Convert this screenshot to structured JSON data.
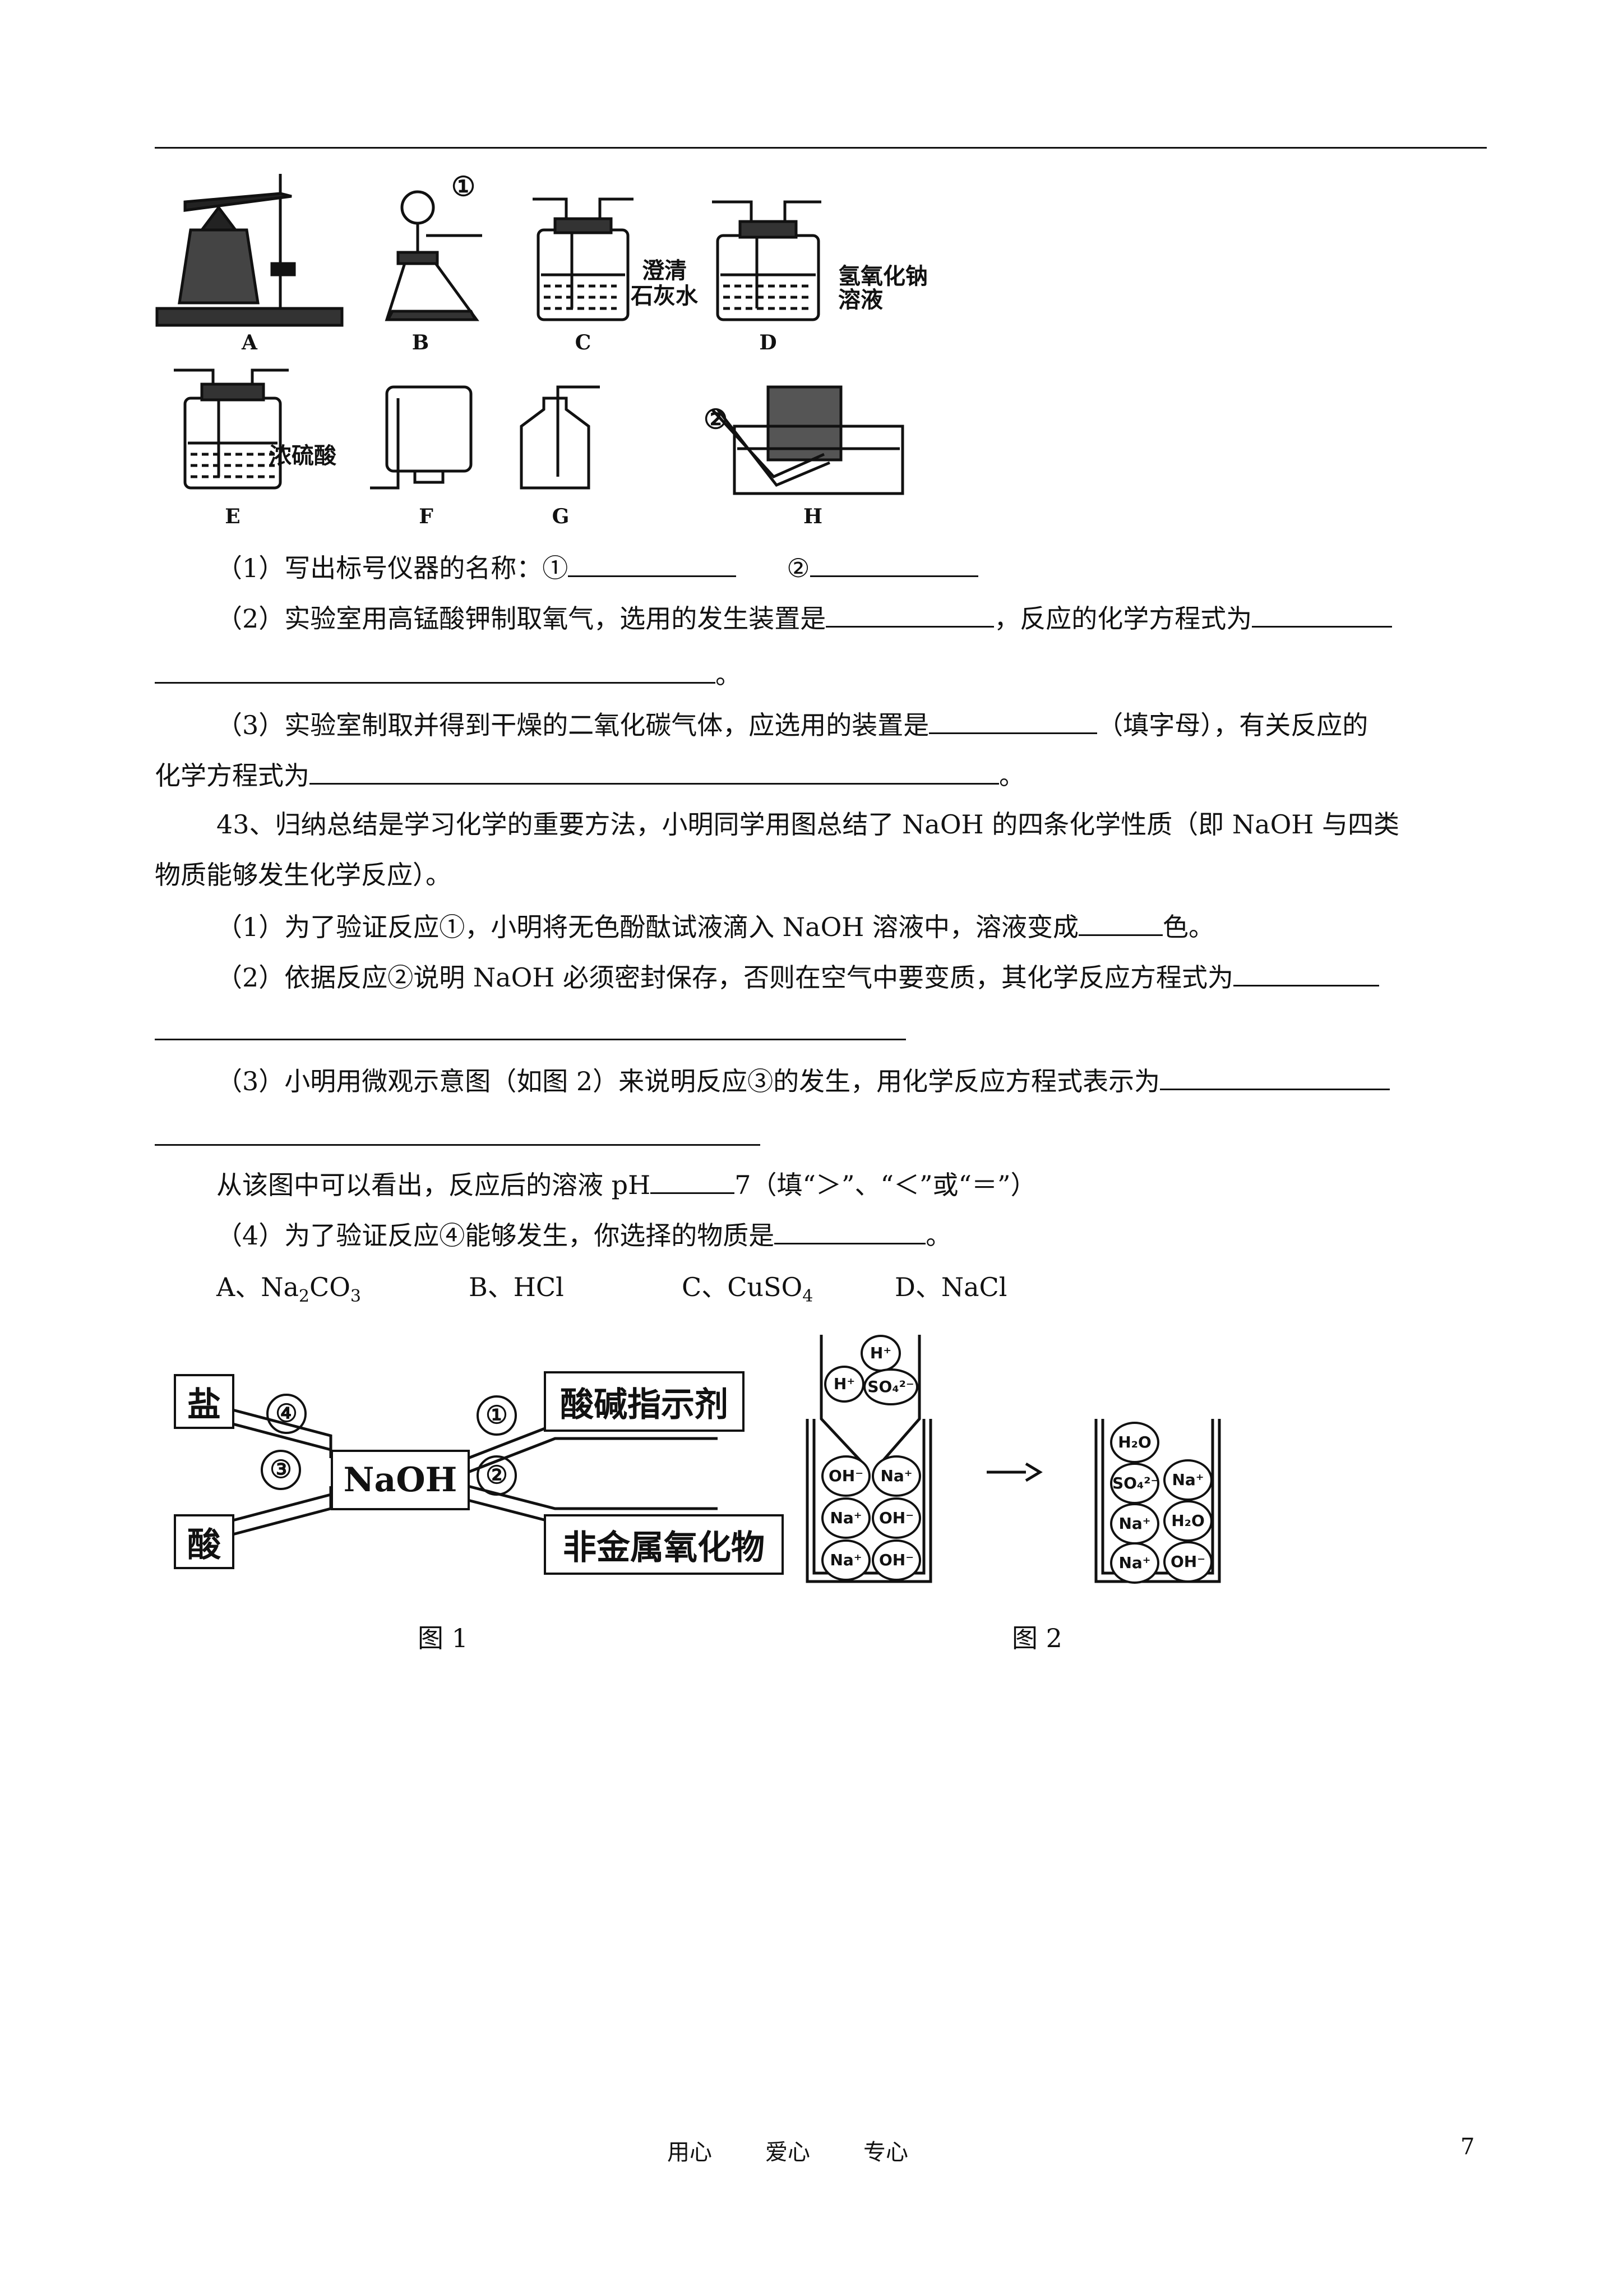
{
  "apparatus": {
    "labels": [
      "A",
      "B",
      "C",
      "D",
      "E",
      "F",
      "G",
      "H"
    ],
    "marker1": "①",
    "marker2": "②",
    "c_text1": "澄清",
    "c_text2": "石灰水",
    "d_text1": "氢氧化钠",
    "d_text2": "溶液",
    "e_text": "浓硫酸"
  },
  "q42": {
    "p1": "（1）写出标号仪器的名称：",
    "p1_m1": "①",
    "p1_m2": "②",
    "p2a": "（2）实验室用高锰酸钾制取氧气，选用的发生装置是",
    "p2b": "，反应的化学方程式为",
    "p2_end": "。",
    "p3a": "（3）实验室制取并得到干燥的二氧化碳气体，应选用的装置是",
    "p3b": "（填字母），有关反应的",
    "p3c": "化学方程式为",
    "p3_end": "。"
  },
  "q43": {
    "intro1": "43、归纳总结是学习化学的重要方法，小明同学用图总结了 NaOH 的四条化学性质（即 NaOH 与四类",
    "intro2": "物质能够发生化学反应）。",
    "s1a": "（1）为了验证反应①，小明将无色酚酞试液滴入 NaOH 溶液中，溶液变成",
    "s1b": "色。",
    "s2a": "（2）依据反应②说明 NaOH 必须密封保存，否则在空气中要变质，其化学反应方程式为",
    "s3a": "（3）小明用微观示意图（如图 2）来说明反应③的发生，用化学反应方程式表示为",
    "s3b1": "从该图中可以看出，反应后的溶液 pH",
    "s3b2": "7（填“＞”、“＜”或“＝”）",
    "s4a": "（4）为了验证反应④能够发生，你选择的物质是",
    "s4b": "。",
    "optA": "A、Na",
    "optA_sub1": "2",
    "optA_mid": "CO",
    "optA_sub2": "3",
    "optB": "B、HCl",
    "optC": "C、CuSO",
    "optC_sub": "4",
    "optD": "D、NaCl"
  },
  "fig1": {
    "salt": "盐",
    "acid": "酸",
    "center": "NaOH",
    "indicator": "酸碱指示剂",
    "oxide": "非金属氧化物",
    "n1": "①",
    "n2": "②",
    "n3": "③",
    "n4": "④",
    "caption": "图 1"
  },
  "fig2": {
    "top_ions": [
      "H⁺",
      "H⁺",
      "SO₄²⁻"
    ],
    "left_ions": [
      "OH⁻",
      "Na⁺",
      "Na⁺",
      "OH⁻",
      "Na⁺",
      "OH⁻"
    ],
    "right_ions": [
      "H₂O",
      "SO₄²⁻",
      "Na⁺",
      "Na⁺",
      "H₂O",
      "Na⁺",
      "OH⁻"
    ],
    "caption": "图 2"
  },
  "footer": {
    "slogan1": "用心",
    "slogan2": "爱心",
    "slogan3": "专心",
    "page_number": "7"
  }
}
